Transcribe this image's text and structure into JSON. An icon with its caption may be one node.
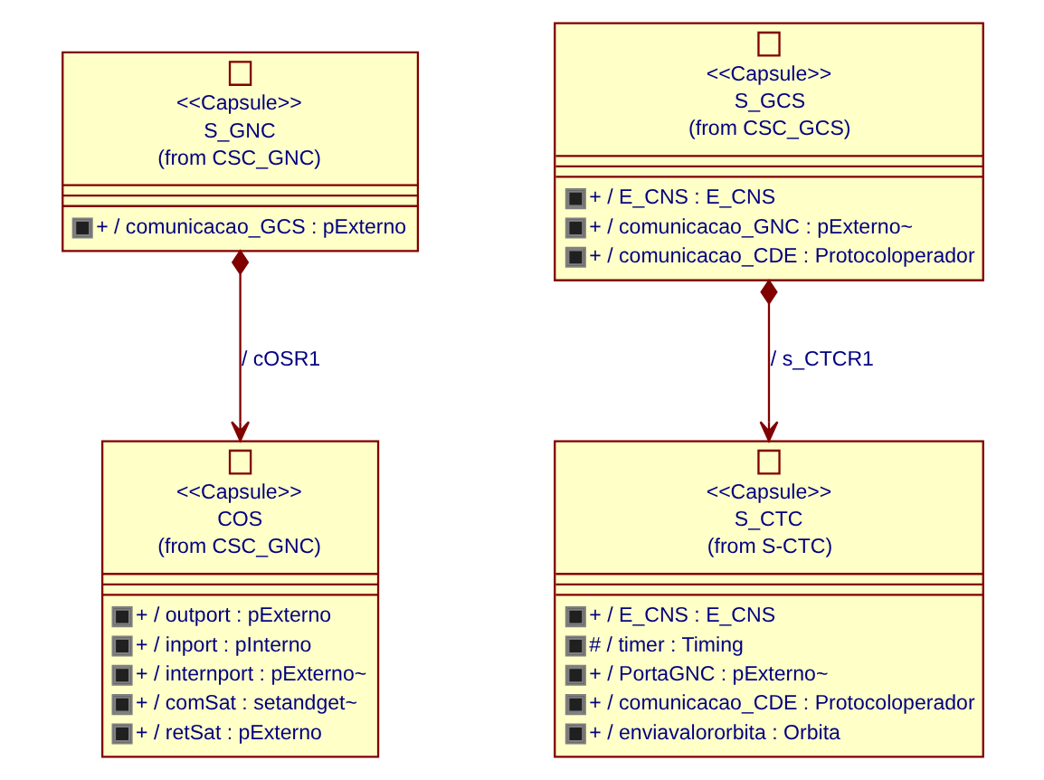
{
  "diagram": {
    "nodes": [
      {
        "text": [
          "<<Capsule>>",
          "S_GNC",
          "(from CSC_GNC)",
          "+ / comunicacao_GCS : pExterno"
        ]
      },
      {
        "text": [
          "<<Capsule>>",
          "S_GCS",
          "(from CSC_GCS)",
          "+ / E_CNS : E_CNS",
          "+ / comunicacao_GNC : pExterno~",
          "+ / comunicacao_CDE : Protocoloperador"
        ]
      },
      {
        "text": [
          "<<Capsule>>",
          "COS",
          "(from CSC_GNC)",
          "+ / outport : pExterno",
          "+ / inport : pInterno",
          "+ / internport : pExterno~",
          "+ / comSat : setandget~",
          "+ / retSat : pExterno"
        ]
      },
      {
        "text": [
          "<<Capsule>>",
          "S_CTC",
          "(from S-CTC)",
          "+ / E_CNS : E_CNS",
          "# / timer : Timing",
          "+ / PortaGNC : pExterno~",
          "+ / comunicacao_CDE : Protocoloperador",
          "+ / enviavalororbita : Orbita"
        ]
      }
    ],
    "edges": [
      {
        "from": 0,
        "to": 2,
        "arrow": "to",
        "label": "/ cOSR1"
      },
      {
        "from": 1,
        "to": 3,
        "arrow": "to",
        "label": "/ s_CTCR1"
      }
    ]
  }
}
